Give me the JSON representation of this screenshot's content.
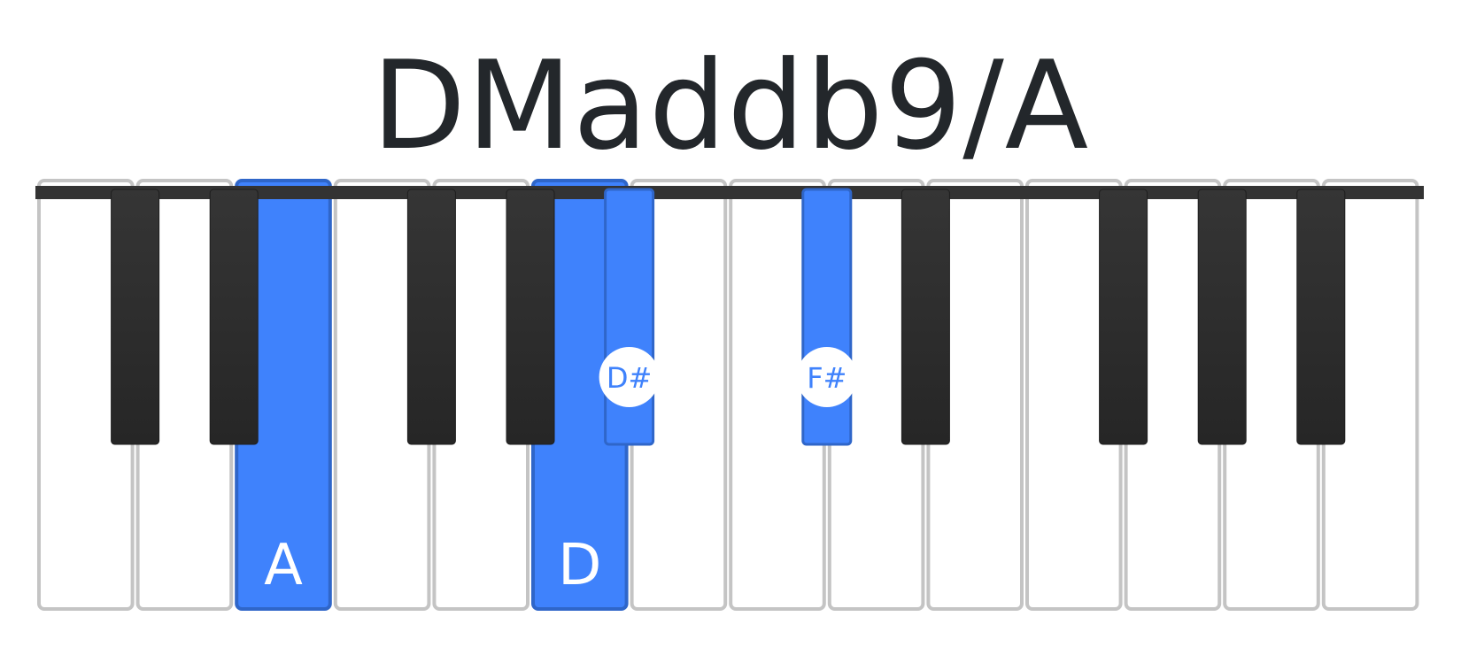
{
  "title": "DMaddb9/A",
  "colors": {
    "highlight": "#3f82fc",
    "highlight_border": "#2f66c9",
    "white_key": "#ffffff",
    "white_key_border": "#c4c4c4",
    "black_key_top": "#353535",
    "black_key_bottom": "#262626",
    "top_bar": "#333333",
    "title": "#23272b",
    "label_on_white": "#ffffff",
    "label_on_black": "#3f82fc"
  },
  "keyboard": {
    "white_key_count": 14,
    "black_key_slots": [
      0,
      1,
      3,
      4,
      5,
      7,
      8,
      10,
      11,
      12
    ],
    "highlighted_white": [
      {
        "index": 2,
        "label": "A"
      },
      {
        "index": 5,
        "label": "D"
      }
    ],
    "highlighted_black": [
      {
        "slot": 5,
        "label": "D#"
      },
      {
        "slot": 7,
        "label": "F#"
      }
    ]
  }
}
